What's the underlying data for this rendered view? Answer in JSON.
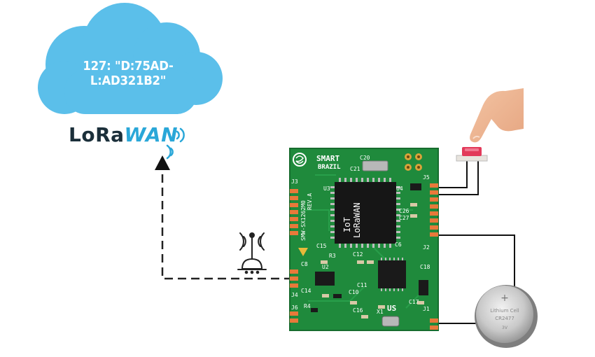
{
  "cloud": {
    "message": "127: \"D:75AD-L:AD321B2\""
  },
  "logo": {
    "part_lora": "LoRa",
    "part_wan": "WAN"
  },
  "board": {
    "brand_line1": "SMART",
    "brand_line2": "BRAZIL",
    "chip_line1": "IoT",
    "chip_line2": "LoRaWAN",
    "model": "SMW-SX1262M0",
    "rev": "REV.A",
    "ul_mark": "US",
    "labels": [
      "J3",
      "J4",
      "J5",
      "J6",
      "J2",
      "J1",
      "U3",
      "U4",
      "U2",
      "C8",
      "C15",
      "C12",
      "C14",
      "C10",
      "C16",
      "C17",
      "C18",
      "C20",
      "C21",
      "C26",
      "C27",
      "C6",
      "C11",
      "X1",
      "R4",
      "R3"
    ]
  },
  "battery": {
    "symbol": "+",
    "line1": "Lithium Cell",
    "line2": "CR2477",
    "line3": "3V"
  },
  "colors": {
    "cloud": "#5bbfea",
    "pcb": "#1f8a3c",
    "pin": "#e8793a",
    "wire": "#111111",
    "button": "#e23a5a"
  }
}
